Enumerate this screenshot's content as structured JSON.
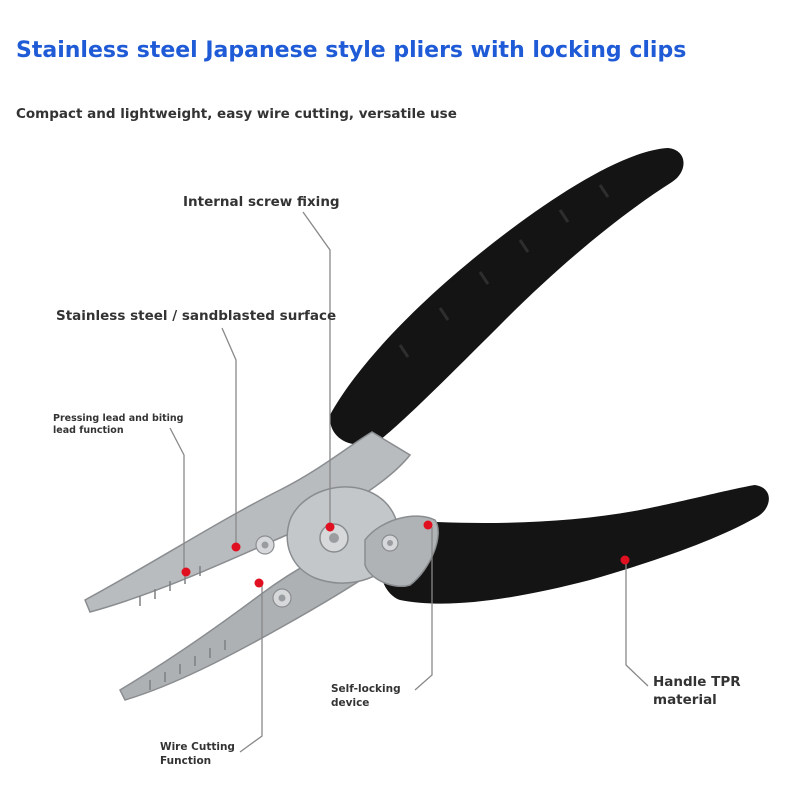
{
  "header": {
    "title": "Stainless steel Japanese style pliers with locking clips",
    "subtitle": "Compact and lightweight, easy wire cutting, versatile use"
  },
  "callouts": {
    "internal_screw": "Internal screw fixing",
    "stainless_surface": "Stainless steel / sandblasted surface",
    "pressing_lead": {
      "line1": "Pressing lead and biting",
      "line2": "lead function"
    },
    "self_locking": {
      "line1": "Self-locking",
      "line2": "device"
    },
    "wire_cutting": {
      "line1": "Wire Cutting",
      "line2": "Function"
    },
    "handle_tpr": {
      "line1": "Handle TPR",
      "line2": "material"
    }
  },
  "colors": {
    "title_blue": "#1f5bd6",
    "text_dark": "#333333",
    "marker_red": "#e01020",
    "handle_black": "#141414",
    "steel": "#b9bcbf"
  },
  "product_image": {
    "subject": "pliers-with-black-handles"
  }
}
